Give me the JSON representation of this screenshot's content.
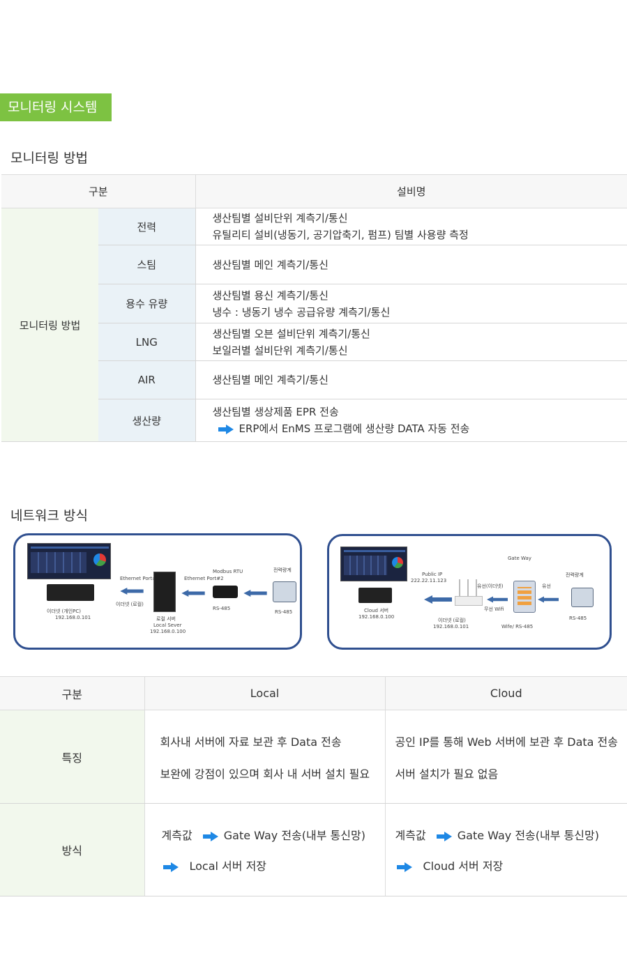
{
  "badge": "모니터링 시스템",
  "section1_title": "모니터링 방법",
  "section2_title": "네트워크 방식",
  "table1": {
    "head_col1": "구분",
    "head_col2": "설비명",
    "group_label": "모니터링 방법",
    "rows": [
      {
        "name": "전력",
        "lines": [
          "생산팀별 설비단위 계측기/통신",
          "유틸리티 설비(냉동기, 공기압축기, 펌프) 팀별 사용량 측정"
        ]
      },
      {
        "name": "스팀",
        "lines": [
          "생산팀별 메인 계측기/통신"
        ]
      },
      {
        "name": "용수 유량",
        "lines": [
          "생산팀별 용신 계측기/통신",
          "냉수 : 냉동기 냉수 공급유량 계측기/통신"
        ]
      },
      {
        "name": "LNG",
        "lines": [
          "생산팀별 오븐 설비단위 계측기/통신",
          "보일러별 설비단위 계측기/통신"
        ]
      },
      {
        "name": "AIR",
        "lines": [
          "생산팀별 메인 계측기/통신"
        ]
      },
      {
        "name": "생산량",
        "lines": [
          "생산팀별 생상제품 EPR 전송"
        ],
        "arrow_line": "ERP에서 EnMS 프로그램에 생산량 DATA 자동 전송"
      }
    ]
  },
  "diagram_local": {
    "pc_label": "이더넷 (개인PC)",
    "pc_ip": "192.168.0.101",
    "eth1": "Ethernet Port#1",
    "eth_label": "이더넷 (로컬)",
    "eth2": "Ethernet Port#2",
    "server_label": "로컬 서버",
    "server_sub": "Local Sever",
    "server_ip": "192.168.0.100",
    "modbus": "Modbus RTU",
    "rs485_a": "RS-485",
    "meter_label": "전력량계",
    "rs485_b": "RS-485"
  },
  "diagram_cloud": {
    "cloud_label": "Cloud 서버",
    "cloud_ip": "192.168.0.100",
    "public_ip_label": "Public IP",
    "public_ip": "222.22.11.123",
    "wired_eth": "유선(이더넷)",
    "wifi": "무선 Wifi",
    "eth_label": "이더넷 (로컬)",
    "eth_ip": "192.168.0.101",
    "gateway": "Gate Way",
    "wired": "유선",
    "wifi_rs": "Wife/ RS-485",
    "meter_label": "전력량계",
    "rs485": "RS-485"
  },
  "table2": {
    "head": [
      "구분",
      "Local",
      "Cloud"
    ],
    "row1_label": "특징",
    "local_features": [
      "회사내 서버에 자료 보관 후 Data 전송",
      "보완에 강점이 있으며 회사 내 서버 설치 필요"
    ],
    "cloud_features": [
      "공인 IP를 통해 Web 서버에 보관 후 Data 전송",
      "서버 설치가 필요 없음"
    ],
    "row2_label": "방식",
    "local_method_pre": "계측값",
    "local_method_a": "Gate Way 전송(내부 통신망)",
    "local_method_b": "Local 서버 저장",
    "cloud_method_pre": "계측값",
    "cloud_method_a": "Gate Way 전송(내부 통신망)",
    "cloud_method_b": "Cloud 서버 저장"
  },
  "colors": {
    "badge": "#7dc242",
    "arrow": "#1e88e5",
    "frame": "#2f4f8f"
  }
}
